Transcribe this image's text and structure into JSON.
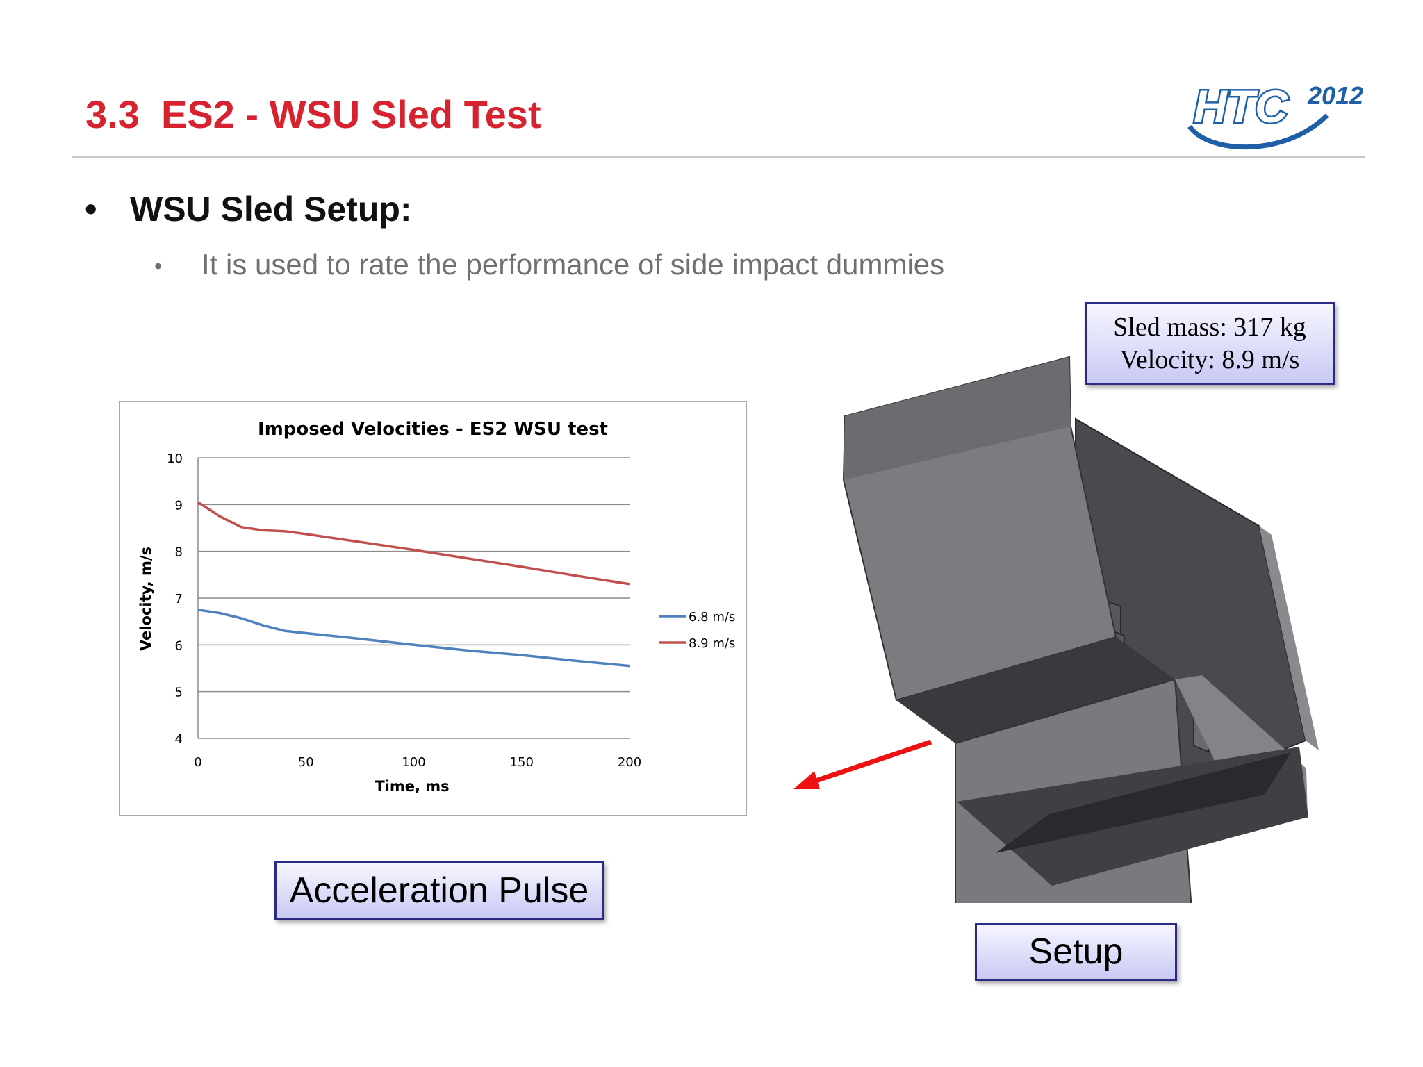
{
  "slide": {
    "title": "3.3  ES2 - WSU Sled Test",
    "logo_text": "HTC",
    "logo_year": "2012"
  },
  "bullets": {
    "level1": "WSU Sled Setup:",
    "level2": "It is used to rate the performance of side impact dummies",
    "marker": "•"
  },
  "callouts": {
    "sled_mass": "Sled mass: 317 kg",
    "velocity": "Velocity: 8.9 m/s",
    "acceleration_pulse": "Acceleration Pulse",
    "setup": "Setup"
  },
  "colors": {
    "title_red": "#d6232f",
    "series_blue": "#4f81bd",
    "series_red": "#c0504d",
    "arrow_red": "#ee1111",
    "logo_blue": "#1f5fa8"
  },
  "chart_data": {
    "type": "line",
    "title": "Imposed Velocities - ES2 WSU test",
    "xlabel": "Time, ms",
    "ylabel": "Velocity, m/s",
    "xlim": [
      0,
      200
    ],
    "ylim": [
      4,
      10
    ],
    "xticks": [
      0,
      50,
      100,
      150,
      200
    ],
    "yticks": [
      4,
      5,
      6,
      7,
      8,
      9,
      10
    ],
    "grid": true,
    "legend_position": "right",
    "series": [
      {
        "name": "6.8 m/s",
        "color": "#4f81bd",
        "x": [
          0,
          10,
          20,
          30,
          40,
          50,
          75,
          100,
          125,
          150,
          175,
          200
        ],
        "y": [
          6.75,
          6.68,
          6.57,
          6.42,
          6.3,
          6.25,
          6.13,
          6.0,
          5.88,
          5.78,
          5.66,
          5.55
        ]
      },
      {
        "name": "8.9 m/s",
        "color": "#c0504d",
        "x": [
          0,
          10,
          20,
          30,
          40,
          50,
          75,
          100,
          125,
          150,
          175,
          200
        ],
        "y": [
          9.05,
          8.75,
          8.52,
          8.45,
          8.43,
          8.37,
          8.2,
          8.03,
          7.85,
          7.67,
          7.48,
          7.3
        ]
      }
    ]
  }
}
